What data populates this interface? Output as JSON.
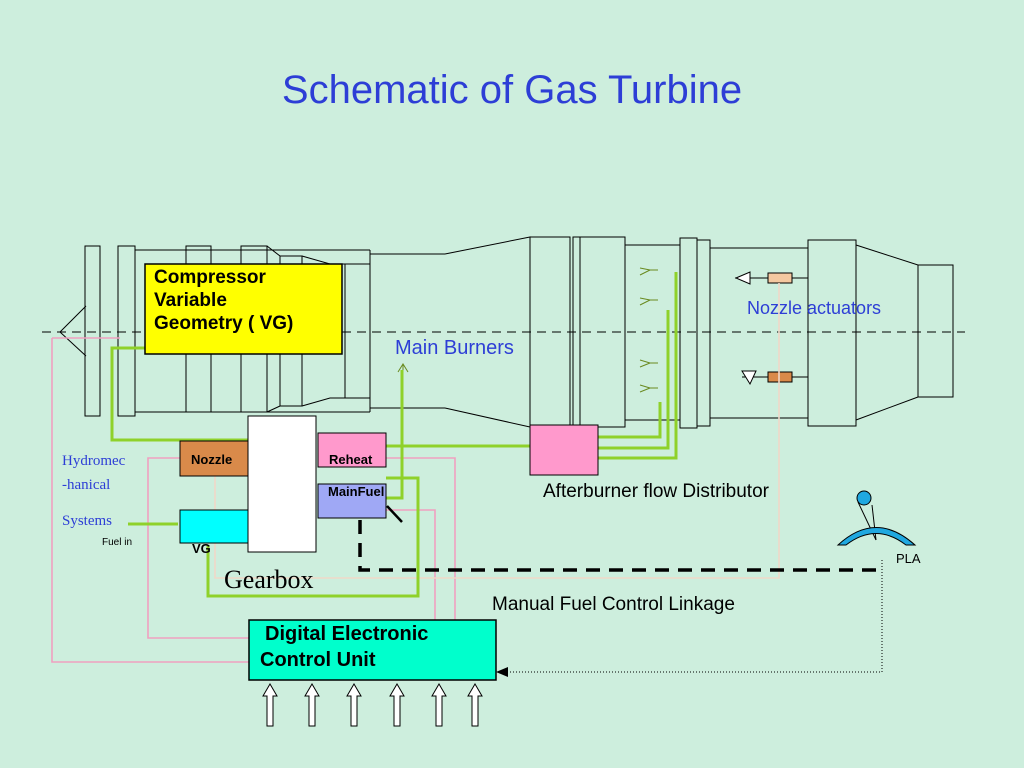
{
  "title": "Schematic of Gas Turbine",
  "labels": {
    "compressor": [
      "Compressor",
      "Variable",
      "Geometry ( VG)"
    ],
    "main_burners": "Main Burners",
    "nozzle_actuators": "Nozzle actuators",
    "hydromechanical": [
      "Hydromec",
      "-hanical",
      "Systems"
    ],
    "fuel_in": "Fuel  in",
    "nozzle": "Nozzle",
    "vg": "VG",
    "reheat": "Reheat",
    "main_fuel": "MainFuel",
    "gearbox": "Gearbox",
    "afterburner": "Afterburner flow Distributor",
    "pla": "PLA",
    "manual_linkage": "Manual Fuel Control Linkage",
    "decu": [
      "Digital Electronic",
      "Control Unit"
    ]
  },
  "colors": {
    "background": "#cdeedd",
    "title": "#2d3ed6",
    "compressor_box": "#ffff00",
    "nozzle_box": "#d98a4a",
    "vg_box": "#00ffff",
    "reheat_box": "#ff99cc",
    "mainfuel_box": "#9fa8f5",
    "afterburner_box": "#ff99cc",
    "decu_box": "#00ffcc",
    "green_lines": "#8fd12a",
    "pink_lines": "#f0a0c0",
    "pla_lever": "#20a8e0"
  }
}
